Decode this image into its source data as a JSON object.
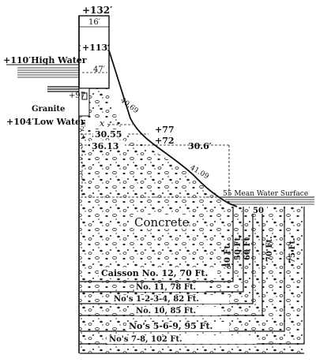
{
  "elevations": {
    "top": "+132′",
    "top_width": "16′",
    "upper": "+113′",
    "high_water": "+110′High Water",
    "berm_width": "47′",
    "granite": "Granite",
    "low_water": "+104′Low Water",
    "toe": "+97",
    "e77": "+77",
    "e72": "+72",
    "mean_water": "55 Mean Water Surface",
    "e50": "50"
  },
  "dimensions": {
    "x": "x",
    "d30_55": "30.55",
    "d36_13": "36.13",
    "d30_6": "30.6′",
    "upper_curve": "40.69",
    "lower_curve": "41.09",
    "tick": "2",
    "r2": "2"
  },
  "material": "Concrete",
  "caissons": [
    "Caisson No. 12, 70 Ft.",
    "No. 11, 78 Ft.",
    "No's 1-2-3-4, 82 Ft.",
    "No. 10, 85 Ft.",
    "No's 5-6-9, 95 Ft.",
    "No's 7-8, 102 Ft."
  ],
  "depths": [
    "40 Ft.",
    "50 Ft.",
    "60 Ft.",
    "70 Ft.",
    "75 Ft."
  ]
}
